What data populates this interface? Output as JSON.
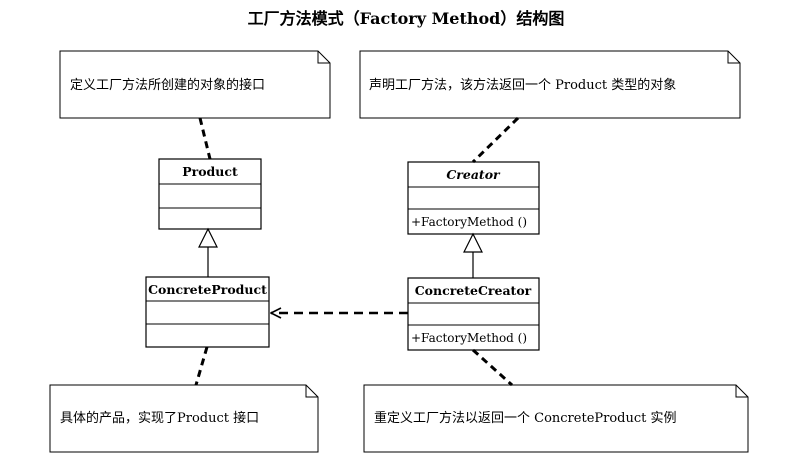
{
  "title": "工厂方法模式（Factory Method）结构图",
  "notes": {
    "product_note": "定义工厂方法所创建的对象的接口",
    "creator_note": "声明工厂方法，该方法返回一个 Product 类型的对象",
    "concrete_product_note": "具体的产品，实现了Product 接口",
    "concrete_creator_note": "重定义工厂方法以返回一个 ConcreteProduct 实例"
  },
  "classes": {
    "product": {
      "name": "Product",
      "abstract": false
    },
    "creator": {
      "name": "Creator",
      "abstract": true,
      "operation": "+FactoryMethod ()"
    },
    "concrete_product": {
      "name": "ConcreteProduct",
      "abstract": false
    },
    "concrete_creator": {
      "name": "ConcreteCreator",
      "abstract": false,
      "operation": "+FactoryMethod ()"
    }
  },
  "relationships": [
    {
      "type": "generalization",
      "from": "ConcreteProduct",
      "to": "Product"
    },
    {
      "type": "generalization",
      "from": "ConcreteCreator",
      "to": "Creator"
    },
    {
      "type": "dependency",
      "from": "ConcreteCreator",
      "to": "ConcreteProduct"
    }
  ],
  "colors": {
    "line": "#000000",
    "background": "#ffffff"
  }
}
